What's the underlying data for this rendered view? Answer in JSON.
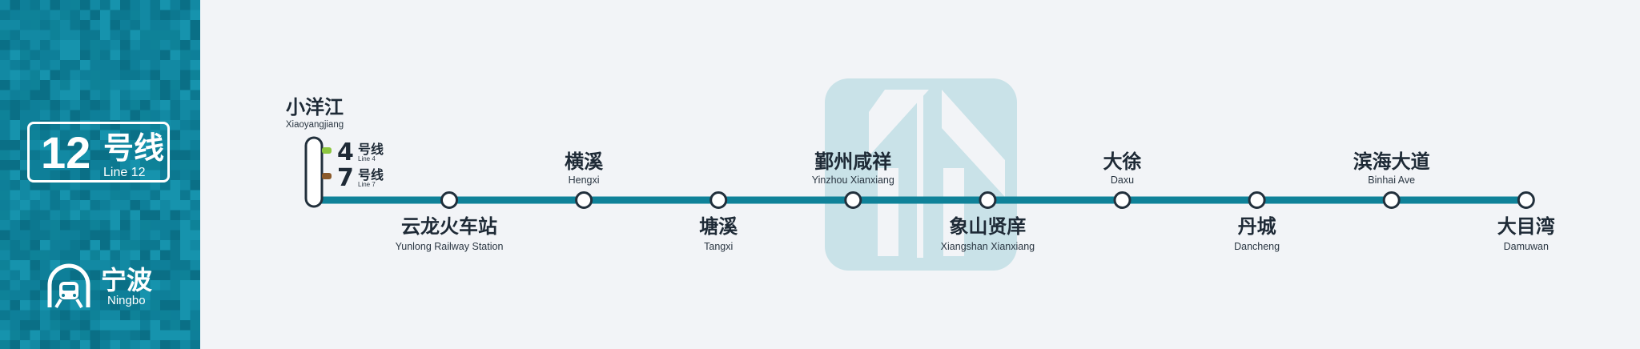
{
  "sidebar": {
    "line_number": "12",
    "line_cn": "号线",
    "line_en": "Line 12",
    "city_cn": "宁波",
    "city_en": "Ningbo",
    "metro_icon": "ningbo-metro-logo-icon",
    "color": "#0e7f99"
  },
  "route": {
    "line_color": "#0f8299",
    "terminal": {
      "cn": "小洋江",
      "en": "Xiaoyangjiang",
      "transfers": [
        {
          "number": "4",
          "cn": "号线",
          "en": "Line 4",
          "color": "#8cc63f"
        },
        {
          "number": "7",
          "cn": "号线",
          "en": "Line 7",
          "color": "#8b5a2b"
        }
      ]
    },
    "stations": [
      {
        "cn": "云龙火车站",
        "en": "Yunlong Railway Station"
      },
      {
        "cn": "横溪",
        "en": "Hengxi"
      },
      {
        "cn": "塘溪",
        "en": "Tangxi"
      },
      {
        "cn": "鄞州咸祥",
        "en": "Yinzhou Xianxiang"
      },
      {
        "cn": "象山贤庠",
        "en": "Xiangshan Xianxiang"
      },
      {
        "cn": "大徐",
        "en": "Daxu"
      },
      {
        "cn": "丹城",
        "en": "Dancheng"
      },
      {
        "cn": "滨海大道",
        "en": "Binhai Ave"
      },
      {
        "cn": "大目湾",
        "en": "Damuwan"
      }
    ]
  },
  "watermark": {
    "icon": "ningbo-metro-watermark-icon",
    "color": "#c9e2e8"
  }
}
